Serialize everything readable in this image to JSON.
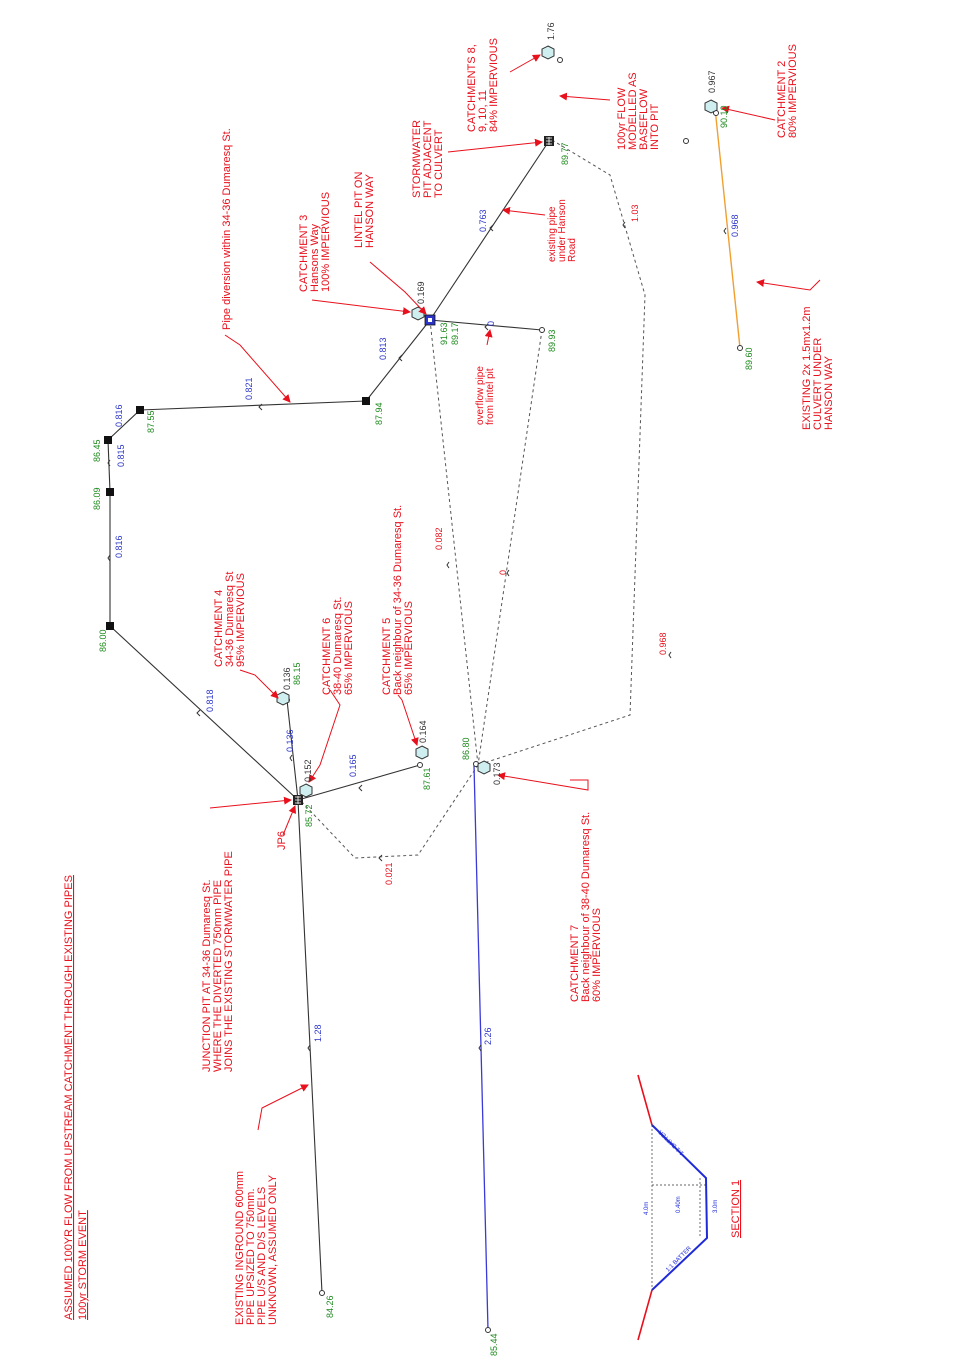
{
  "title": {
    "line1": "ASSUMED 100YR FLOW FROM UPSTREAM CATCHMENT THROUGH EXISTING PIPES",
    "line2": "100yr STORM EVENT"
  },
  "annotations": {
    "catchments_8_11": [
      "CATCHMENTS 8,",
      "9, 10, 11",
      "84% IMPERVIOUS"
    ],
    "baseflow": [
      "100yr FLOW",
      "MODELLED AS",
      "BASEFLOW",
      "INTO PIT"
    ],
    "catchment_2": [
      "CATCHMENT 2",
      "80% IMPERVIOUS"
    ],
    "stormwater_pit": [
      "STORMWATER",
      "PIT ADJACENT",
      "TO CULVERT"
    ],
    "lintel_pit": [
      "LINTEL PIT ON",
      "HANSON WAY"
    ],
    "catchment_3": [
      "CATCHMENT 3",
      "Hansons Way",
      "100% IMPERVIOUS"
    ],
    "pipe_diversion": "Pipe diversion within 34-36 Dumaresq St.",
    "existing_pipe": [
      "existing pipe",
      "under Hanson",
      "Road"
    ],
    "overflow_pipe": [
      "overflow pipe",
      "from lintel pit"
    ],
    "culvert": [
      "EXISTING 2x 1.5mx1.2m",
      "CULVERT UNDER",
      "HANSON WAY"
    ],
    "catchment_4": [
      "CATCHMENT 4",
      "34-36 Dumaresq St",
      "95% IMPERVIOUS"
    ],
    "catchment_6": [
      "CATCHMENT 6",
      "38-40 Dumaresq St.",
      "65% IMPERVIOUS"
    ],
    "catchment_5": [
      "CATCHMENT 5",
      "Back neighbour of  34-36 Dumaresq St.",
      "65% IMPERVIOUS"
    ],
    "catchment_7": [
      "CATCHMENT 7",
      "Back neighbour of 38-40 Dumaresq St.",
      "60% IMPERVIOUS"
    ],
    "junction_pit": [
      "JUNCTION PIT AT 34-36 Dumaresq St.",
      "WHERE THE DIVERTED 750mm PIPE",
      "JOINS THE EXISTING STORMWATER PIPE"
    ],
    "jp6": "JP6",
    "existing_inground": [
      "EXISTING INGROUND 600mm",
      "PIPE  UPSIZED TO 750mm.",
      "PIPE U/S AND D/S LEVELS",
      "UNKNOWN, ASSUMED ONLY"
    ]
  },
  "flows": {
    "f_0763": "0.763",
    "f_0813": "0.813",
    "f_0821": "0.821",
    "f_0816a": "0.816",
    "f_0815": "0.815",
    "f_0816b": "0.816",
    "f_0818": "0.818",
    "f_0136": "0.136",
    "f_0165": "0.165",
    "f_128": "1.28",
    "f_226": "2.26",
    "f_0968": "0.968",
    "f_0": "0",
    "r_103": "1.03",
    "r_0082": "0.082",
    "r_0": "0",
    "r_0968": "0.968",
    "r_0021": "0.021"
  },
  "levels": {
    "l_8977": "89.77",
    "l_9163": "91.63",
    "l_8917": "89.17",
    "l_8993": "89.93",
    "l_8794": "87.94",
    "l_8755": "87.55",
    "l_8645": "86.45",
    "l_8609": "86.09",
    "l_8600": "86.00",
    "l_8615": "86.15",
    "l_8572": "85.72",
    "l_8761": "87.61",
    "l_8680": "86.80",
    "l_8426": "84.26",
    "l_8544": "85.44",
    "l_9010": "90.10",
    "l_8960": "89.60"
  },
  "catchment_flows": {
    "c_176": "1.76",
    "c_0967": "0.967",
    "c_0169": "0.169",
    "c_0136": "0.136",
    "c_0152": "0.152",
    "c_0164": "0.164",
    "c_0173": "0.173"
  },
  "section": {
    "title": "SECTION 1",
    "batter_top": "1:1 BATTER",
    "batter_bottom": "1:1 BATTER",
    "depth": "0.40m",
    "top_width": "4.0m",
    "base_width": "3.0m"
  },
  "colors": {
    "annotation": "#e8101c",
    "flow_label": "#2b35c8",
    "level_label": "#1e8a1e",
    "pipe": "#333333",
    "blue_pipe": "#3a3ad8",
    "culvert": "#f0a030",
    "section_channel": "#1f2bd6"
  }
}
